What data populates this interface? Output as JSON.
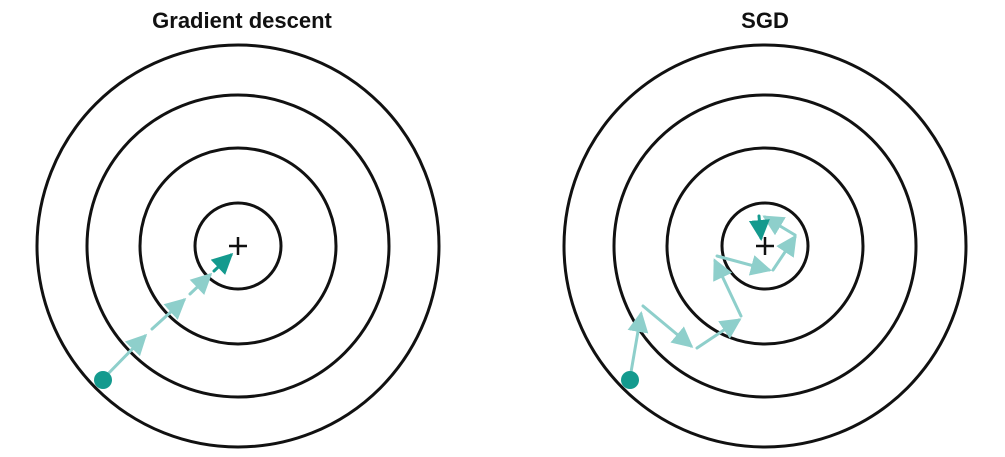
{
  "panels": [
    {
      "id": "gradient-descent",
      "title": "Gradient descent",
      "path_style": "dashed"
    },
    {
      "id": "sgd",
      "title": "SGD",
      "path_style": "zigzag"
    }
  ],
  "colors": {
    "contour": "#111111",
    "path_light": "#8ecfcb",
    "path_dark": "#149a8e",
    "start_point": "#149a8e",
    "minimum_marker": "#111111"
  },
  "icons": {
    "minimum": "plus-marker",
    "start": "filled-circle",
    "step": "arrow"
  }
}
